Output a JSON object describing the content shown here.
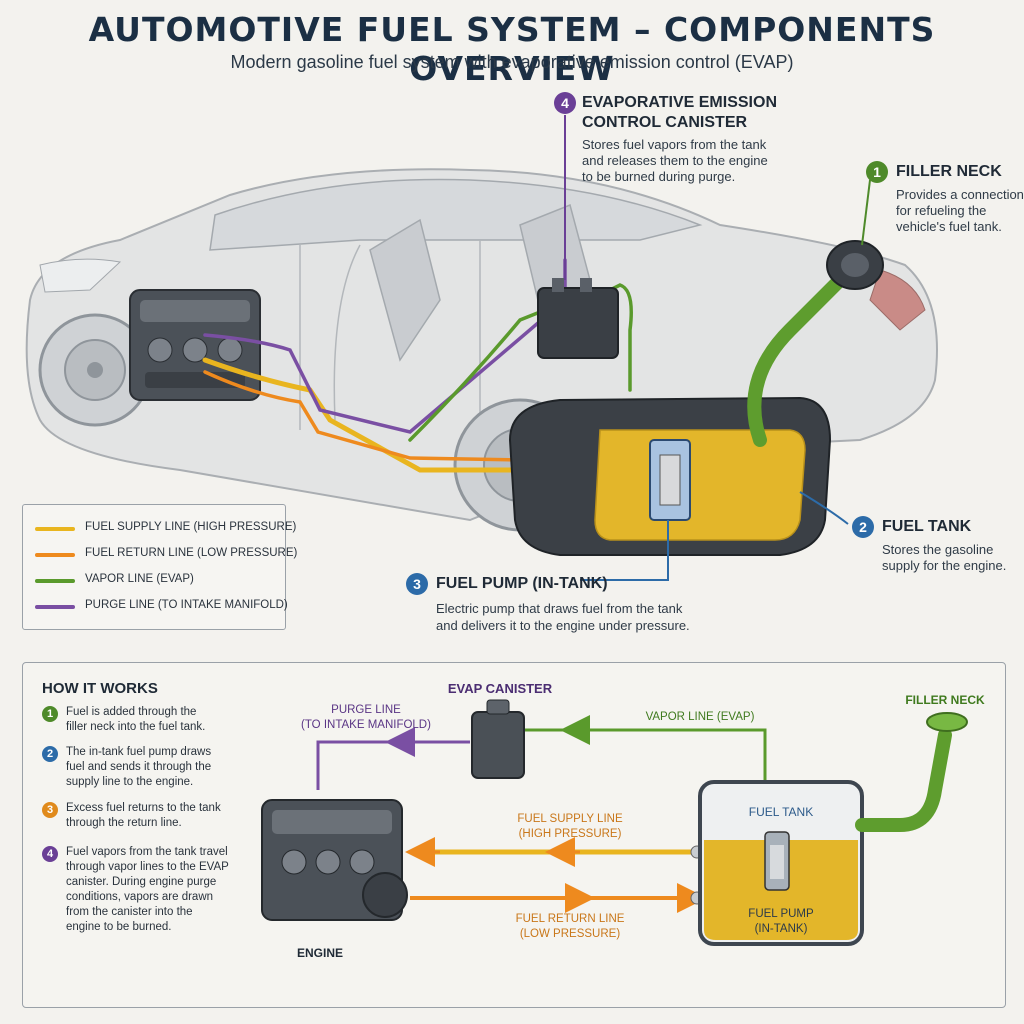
{
  "header": {
    "title": "AUTOMOTIVE FUEL SYSTEM – COMPONENTS OVERVIEW",
    "subtitle": "Modern gasoline fuel system with evaporative emission control (EVAP)"
  },
  "colors": {
    "supply": "#e9b51f",
    "return": "#ee8a1e",
    "vapor": "#5a9a2c",
    "purge": "#7a4fa3",
    "badge_green": "#4e8a2a",
    "badge_blue": "#2c6ba8",
    "badge_orange": "#e08a1c",
    "badge_purple": "#6a3f96",
    "fuel": "#e3b62a"
  },
  "callouts": [
    {
      "number": "1",
      "title": "FILLER NECK",
      "description": [
        "Provides a connection",
        "for refueling the",
        "vehicle's fuel tank."
      ]
    },
    {
      "number": "2",
      "title": "FUEL TANK",
      "description": [
        "Stores the gasoline",
        "supply for the engine."
      ]
    },
    {
      "number": "3",
      "title": "FUEL PUMP (IN-TANK)",
      "description": [
        "Electric pump that draws fuel from the tank",
        "and delivers it to the engine under pressure."
      ]
    },
    {
      "number": "4",
      "title": [
        "EVAPORATIVE EMISSION",
        "CONTROL CANISTER"
      ],
      "description": [
        "Stores fuel vapors from the tank",
        "and releases them to the engine",
        "to be burned during purge."
      ]
    }
  ],
  "legend": [
    {
      "label": "FUEL SUPPLY LINE (HIGH PRESSURE)",
      "color_key": "supply"
    },
    {
      "label": "FUEL RETURN LINE (LOW PRESSURE)",
      "color_key": "return"
    },
    {
      "label": "VAPOR LINE (EVAP)",
      "color_key": "vapor"
    },
    {
      "label": "PURGE LINE (TO INTAKE MANIFOLD)",
      "color_key": "purge"
    }
  ],
  "how_it_works": {
    "title": "HOW IT WORKS",
    "steps": [
      {
        "number": "1",
        "text": [
          "Fuel is added through the",
          "filler neck into the fuel tank."
        ]
      },
      {
        "number": "2",
        "text": [
          "The in-tank fuel pump draws",
          "fuel and sends it through the",
          "supply line to the engine."
        ]
      },
      {
        "number": "3",
        "text": [
          "Excess fuel returns to the tank",
          "through the return line."
        ]
      },
      {
        "number": "4",
        "text": [
          "Fuel vapors from the tank travel",
          "through vapor lines to the EVAP",
          "canister. During engine purge",
          "conditions, vapors are drawn",
          "from the canister into the",
          "engine to be burned."
        ]
      }
    ]
  },
  "flow": {
    "evap_canister": "EVAP CANISTER",
    "filler_neck": "FILLER NECK",
    "purge_line": [
      "PURGE LINE",
      "(TO INTAKE MANIFOLD)"
    ],
    "vapor_line": "VAPOR LINE (EVAP)",
    "supply_line": [
      "FUEL SUPPLY LINE",
      "(HIGH PRESSURE)"
    ],
    "return_line": [
      "FUEL RETURN LINE",
      "(LOW PRESSURE)"
    ],
    "fuel_tank": "FUEL TANK",
    "fuel_pump": [
      "FUEL PUMP",
      "(IN-TANK)"
    ],
    "engine": "ENGINE"
  }
}
